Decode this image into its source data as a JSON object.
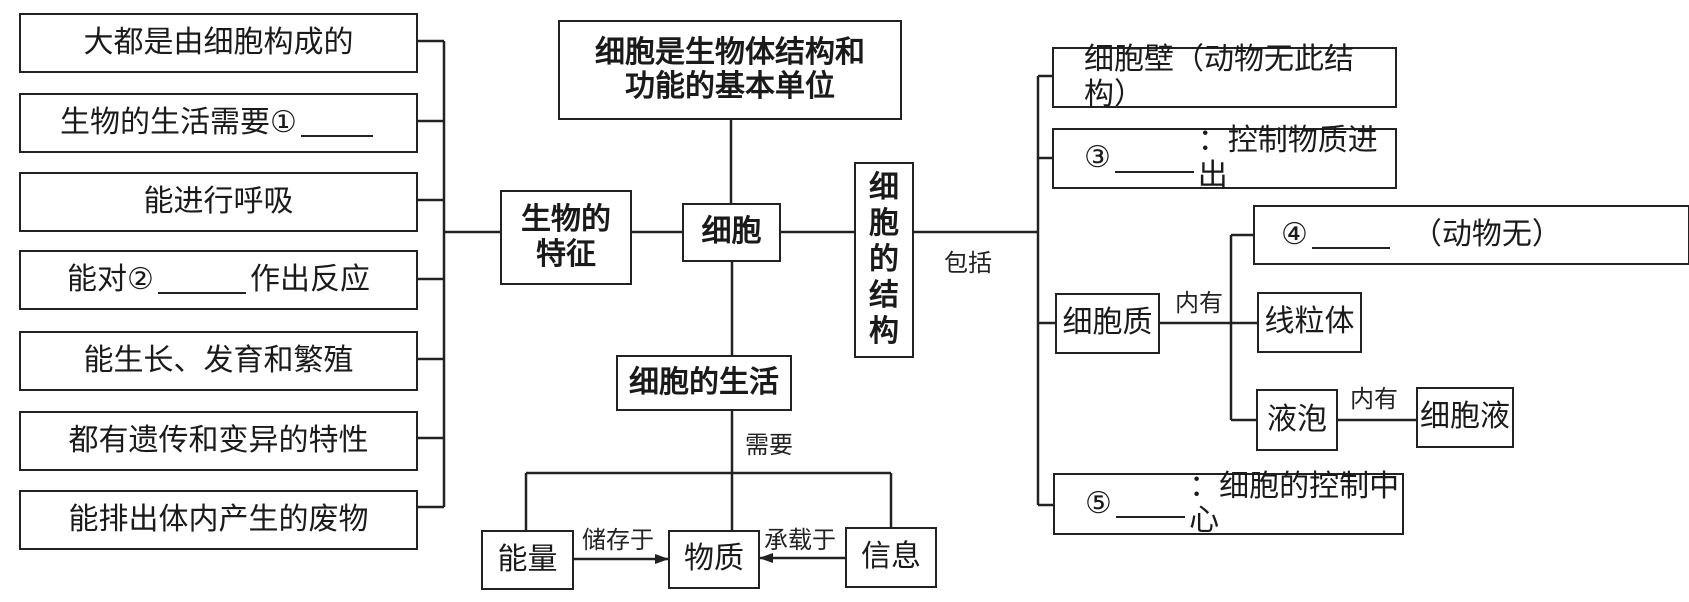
{
  "root": {
    "title_line1": "细胞是生物体结构和",
    "title_line2": "功能的基本单位",
    "center": "细胞"
  },
  "characteristics": {
    "title_line1": "生物的",
    "title_line2": "特征",
    "items": [
      {
        "text": "大都是由细胞构成的"
      },
      {
        "prefix": "生物的生活需要①",
        "blank": true,
        "suffix": ""
      },
      {
        "text": "能进行呼吸"
      },
      {
        "prefix": "能对②",
        "blank": true,
        "suffix": "作出反应"
      },
      {
        "text": "能生长、发育和繁殖"
      },
      {
        "text": "都有遗传和变异的特性"
      },
      {
        "text": "能排出体内产生的废物"
      }
    ]
  },
  "structure": {
    "title_chars": [
      "细",
      "胞",
      "的",
      "结",
      "构"
    ],
    "link_label": "包括",
    "cell_wall": "细胞壁（动物无此结构）",
    "membrane": {
      "prefix": "③",
      "suffix": "：控制物质进出"
    },
    "cytoplasm": {
      "label": "细胞质",
      "link_label": "内有",
      "chloroplast": {
        "prefix": "④",
        "suffix": "（动物无）"
      },
      "mitochondria": "线粒体",
      "vacuole": {
        "label": "液泡",
        "link_label": "内有",
        "content": "细胞液"
      }
    },
    "nucleus": {
      "prefix": "⑤",
      "suffix": "：细胞的控制中心"
    }
  },
  "life": {
    "title": "细胞的生活",
    "link_label": "需要",
    "energy": "能量",
    "matter": "物质",
    "information": "信息",
    "energy_link": "储存于",
    "info_link": "承载于"
  }
}
